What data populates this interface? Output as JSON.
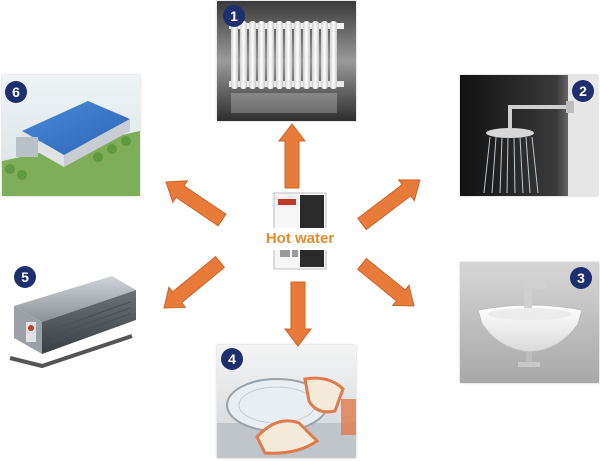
{
  "center_label": "Hot water",
  "colors": {
    "arrow": "#e97b3a",
    "arrow_stroke": "#c9652a",
    "badge": "#1d2f6f",
    "label": "#e38a2c"
  },
  "badges": [
    "1",
    "2",
    "3",
    "4",
    "5",
    "6"
  ],
  "panels": [
    {
      "badge": "1",
      "icon": "radiator-icon"
    },
    {
      "badge": "2",
      "icon": "shower-icon"
    },
    {
      "badge": "3",
      "icon": "washbasin-icon"
    },
    {
      "badge": "4",
      "icon": "dishwashing-icon"
    },
    {
      "badge": "5",
      "icon": "fan-coil-unit-icon"
    },
    {
      "badge": "6",
      "icon": "factory-building-icon"
    }
  ]
}
